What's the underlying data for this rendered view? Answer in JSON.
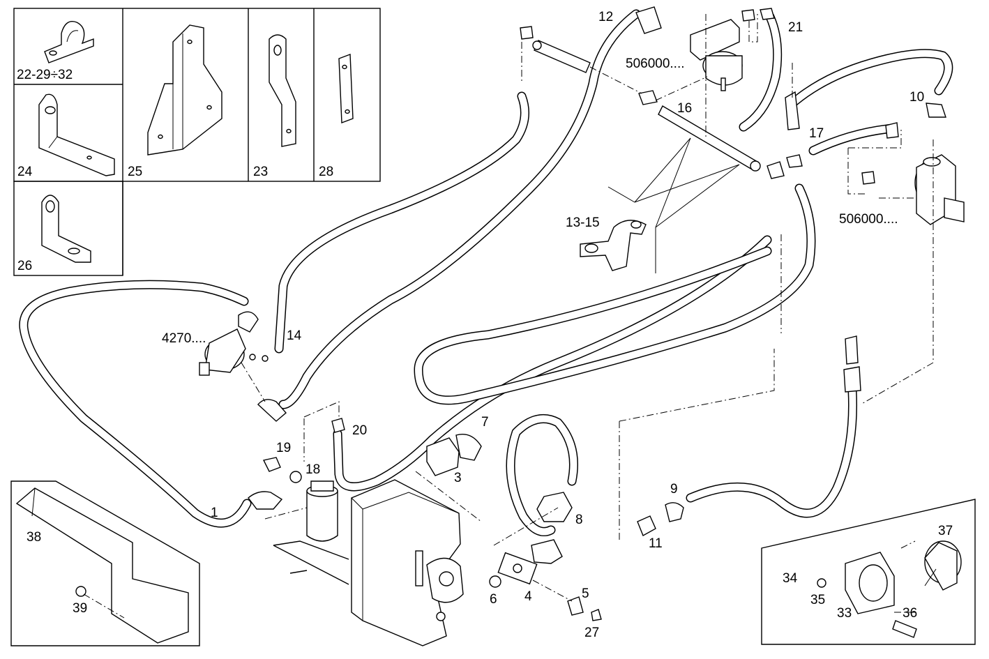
{
  "diagram": {
    "callouts": [
      {
        "id": "c1",
        "text": "1"
      },
      {
        "id": "c3",
        "text": "3"
      },
      {
        "id": "c4",
        "text": "4"
      },
      {
        "id": "c5",
        "text": "5"
      },
      {
        "id": "c6",
        "text": "6"
      },
      {
        "id": "c7",
        "text": "7"
      },
      {
        "id": "c8",
        "text": "8"
      },
      {
        "id": "c9",
        "text": "9"
      },
      {
        "id": "c10",
        "text": "10"
      },
      {
        "id": "c11",
        "text": "11"
      },
      {
        "id": "c12",
        "text": "12"
      },
      {
        "id": "c13_15",
        "text": "13-15"
      },
      {
        "id": "c14",
        "text": "14"
      },
      {
        "id": "c16",
        "text": "16"
      },
      {
        "id": "c17",
        "text": "17"
      },
      {
        "id": "c18",
        "text": "18"
      },
      {
        "id": "c19",
        "text": "19"
      },
      {
        "id": "c20",
        "text": "20"
      },
      {
        "id": "c21",
        "text": "21"
      },
      {
        "id": "c22_32",
        "text": "22-29÷32"
      },
      {
        "id": "c23",
        "text": "23"
      },
      {
        "id": "c24",
        "text": "24"
      },
      {
        "id": "c25",
        "text": "25"
      },
      {
        "id": "c26",
        "text": "26"
      },
      {
        "id": "c27",
        "text": "27"
      },
      {
        "id": "c28",
        "text": "28"
      },
      {
        "id": "c33",
        "text": "33"
      },
      {
        "id": "c34",
        "text": "34"
      },
      {
        "id": "c35",
        "text": "35"
      },
      {
        "id": "c36",
        "text": "36"
      },
      {
        "id": "c37",
        "text": "37"
      },
      {
        "id": "c38",
        "text": "38"
      },
      {
        "id": "c39",
        "text": "39"
      },
      {
        "id": "c4270",
        "text": "4270...."
      },
      {
        "id": "c506a",
        "text": "506000...."
      },
      {
        "id": "c506b",
        "text": "506000...."
      }
    ]
  }
}
